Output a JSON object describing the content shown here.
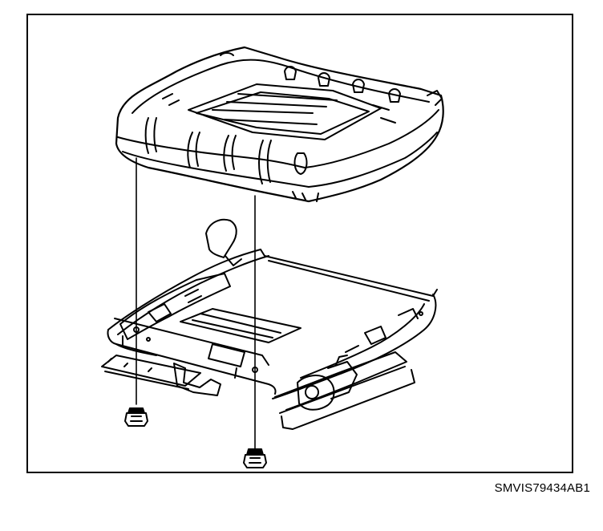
{
  "figure": {
    "code": "SMVIS79434AB1"
  },
  "colors": {
    "line": "#000000",
    "background": "#ffffff"
  },
  "parts": [
    {
      "name": "seat-cushion-pad",
      "icon": "seat-cushion-icon"
    },
    {
      "name": "seat-frame",
      "icon": "seat-frame-icon"
    },
    {
      "name": "seat-bolt",
      "icon": "bolt-icon"
    }
  ]
}
